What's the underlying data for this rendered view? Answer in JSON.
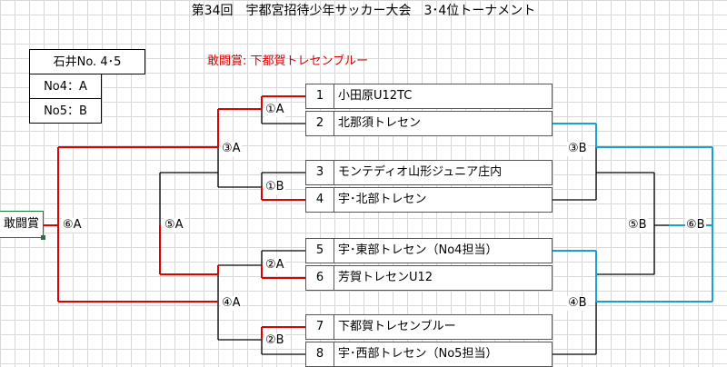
{
  "title": "第34回　宇都宮招待少年サッカー大会　3･4位トーナメント",
  "venue": "石井No. 4･5",
  "courts": [
    "No4：A",
    "No5：B"
  ],
  "prize_text": "敢闘賞: 下都賀トレセンブルー",
  "final_label": "敢闘賞",
  "teams": [
    {
      "no": "1",
      "name": "小田原U12TC"
    },
    {
      "no": "2",
      "name": "北那須トレセン"
    },
    {
      "no": "3",
      "name": "モンテディオ山形ジュニア庄内"
    },
    {
      "no": "4",
      "name": "宇･北部トレセン"
    },
    {
      "no": "5",
      "name": "宇･東部トレセン（No4担当）"
    },
    {
      "no": "6",
      "name": "芳賀トレセンU12"
    },
    {
      "no": "7",
      "name": "下都賀トレセンブルー"
    },
    {
      "no": "8",
      "name": "宇･西部トレセン（No5担当）"
    }
  ],
  "match_labels": {
    "m1A": "①A",
    "m1B": "①B",
    "m2A": "②A",
    "m2B": "②B",
    "m3A": "③A",
    "m4A": "④A",
    "m5A": "⑤A",
    "m6A": "⑥A",
    "m3B": "③B",
    "m4B": "④B",
    "m5B": "⑤B",
    "m6B": "⑥B"
  },
  "colors": {
    "win_line": "#e00000",
    "right_line": "#1a9fd4",
    "line": "#000000",
    "final_border": "#1a7a3a"
  }
}
